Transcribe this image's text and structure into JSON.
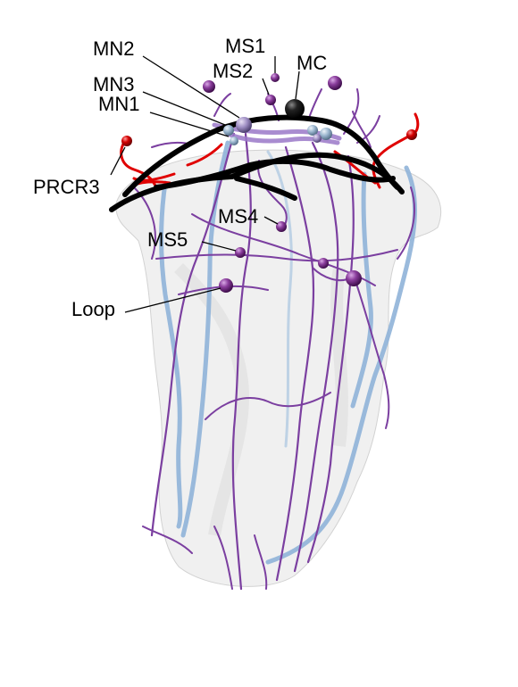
{
  "figure": {
    "labels": {
      "mn2": "MN2",
      "mn3": "MN3",
      "mn1": "MN1",
      "ms1": "MS1",
      "ms2": "MS2",
      "mc": "MC",
      "prcr3": "PRCR3",
      "ms4": "MS4",
      "ms5": "MS5",
      "loop": "Loop"
    },
    "colors": {
      "neuron_purple": "#7b3fa0",
      "light_purple": "#9a78c8",
      "light_blue": "#8fb2d8",
      "red": "#e00000",
      "black": "#000000",
      "soma_purple": "#6a1f7a",
      "body_gray": "#e3e3e3"
    }
  }
}
